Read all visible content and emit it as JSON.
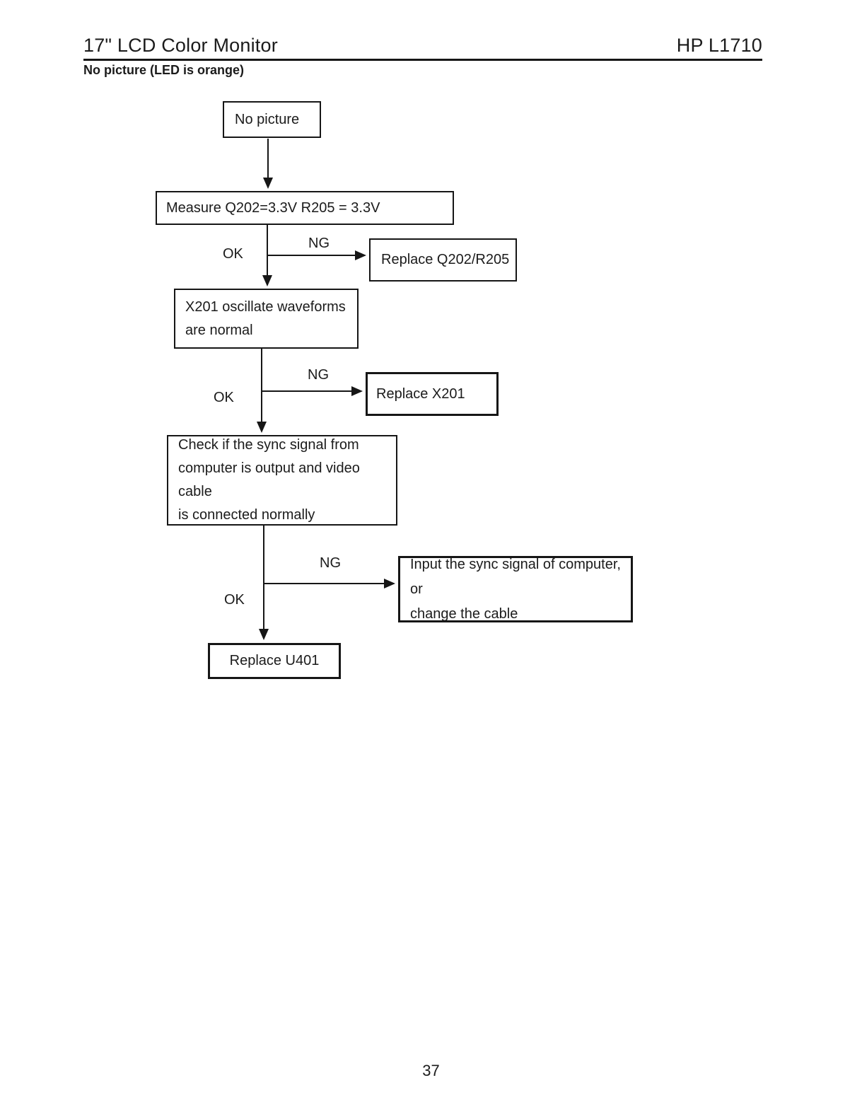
{
  "header": {
    "title": "17\" LCD Color Monitor",
    "model": "HP L1710"
  },
  "section_title": "No picture (LED is orange)",
  "flowchart": {
    "nodes": [
      {
        "id": "start",
        "lines": [
          "No picture"
        ]
      },
      {
        "id": "measure",
        "lines": [
          "Measure Q202=3.3V R205 = 3.3V"
        ]
      },
      {
        "id": "replace-q202",
        "lines": [
          "Replace Q202/R205"
        ]
      },
      {
        "id": "x201",
        "lines": [
          "X201 oscillate waveforms",
          "are normal"
        ]
      },
      {
        "id": "replace-x201",
        "lines": [
          "Replace X201"
        ]
      },
      {
        "id": "check-sync",
        "lines": [
          "Check if the sync signal from",
          "computer is output and video cable",
          "is connected normally"
        ]
      },
      {
        "id": "input-sync",
        "lines": [
          "Input the sync signal of computer, or",
          "change the cable"
        ]
      },
      {
        "id": "replace-u401",
        "lines": [
          "Replace U401"
        ]
      }
    ],
    "branch_labels": {
      "ok": "OK",
      "ng": "NG"
    },
    "colors": {
      "ink": "#161616",
      "paper": "#ffffff"
    }
  },
  "page_number": "37"
}
